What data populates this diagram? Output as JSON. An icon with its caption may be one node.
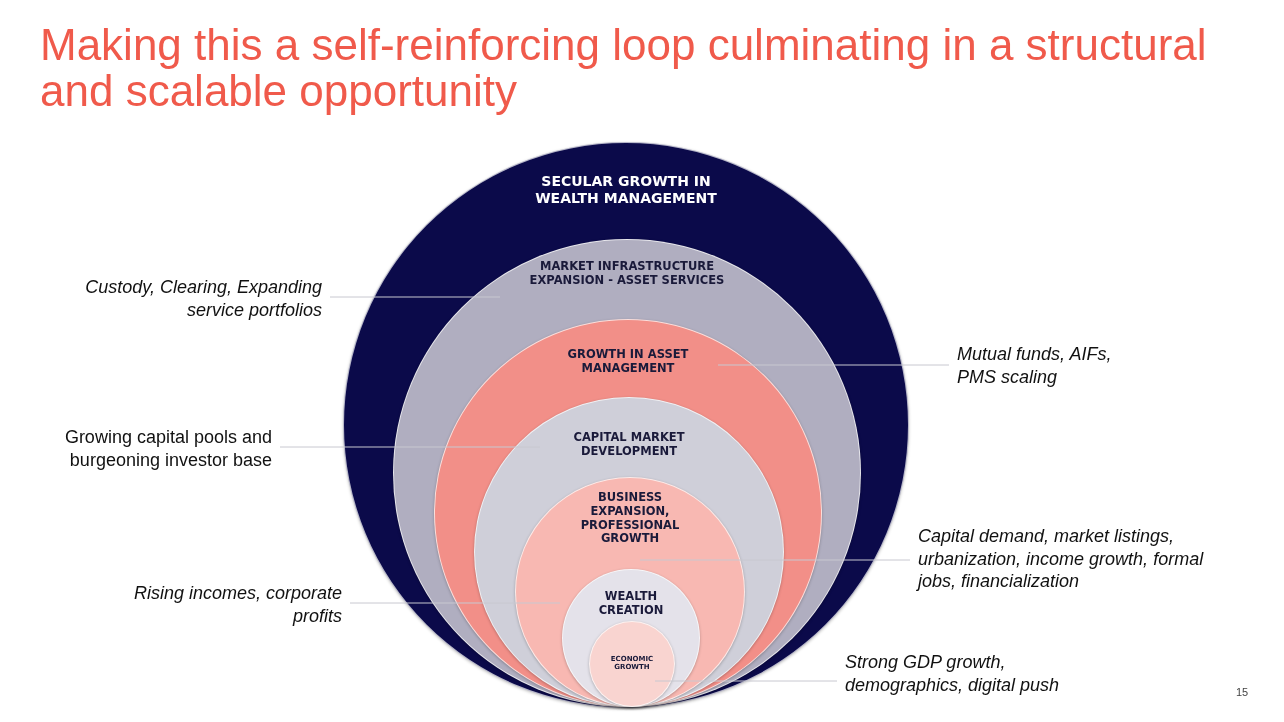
{
  "diagram": {
    "title": "Making this a self-reinforcing loop culminating in a structural and scalable opportunity",
    "nodes": [
      {
        "text": [
          "SECULAR GROWTH IN WEALTH MANAGEMENT"
        ]
      },
      {
        "text": [
          "MARKET INFRASTRUCTURE EXPANSION - ASSET SERVICES"
        ],
        "in": 0
      },
      {
        "text": [
          "GROWTH IN ASSET MANAGEMENT"
        ],
        "in": 1
      },
      {
        "text": [
          "CAPITAL MARKET DEVELOPMENT"
        ],
        "in": 2
      },
      {
        "text": [
          "BUSINESS EXPANSION, PROFESSIONAL GROWTH"
        ],
        "in": 3
      },
      {
        "text": [
          "WEALTH CREATION"
        ],
        "in": 4
      },
      {
        "text": [
          "ECONOMIC GROWTH"
        ],
        "in": 5
      },
      {
        "text": [
          "Custody, Clearing, Expanding service portfolios"
        ]
      },
      {
        "text": [
          "Mutual funds, AIFs, PMS scaling"
        ]
      },
      {
        "text": [
          "Growing capital pools and burgeoning investor base"
        ]
      },
      {
        "text": [
          "Capital demand, market listings, urbanization, income growth, formal jobs, financialization"
        ]
      },
      {
        "text": [
          "Rising incomes, corporate profits"
        ]
      },
      {
        "text": [
          "Strong GDP growth, demographics, digital push"
        ]
      }
    ],
    "edges": [
      {
        "from": 7,
        "to": 1,
        "arrow": "none"
      },
      {
        "from": 8,
        "to": 2,
        "arrow": "none"
      },
      {
        "from": 9,
        "to": 3,
        "arrow": "none"
      },
      {
        "from": 10,
        "to": 4,
        "arrow": "none"
      },
      {
        "from": 11,
        "to": 5,
        "arrow": "none"
      },
      {
        "from": 12,
        "to": 6,
        "arrow": "none"
      }
    ],
    "labels": [
      "15"
    ]
  }
}
